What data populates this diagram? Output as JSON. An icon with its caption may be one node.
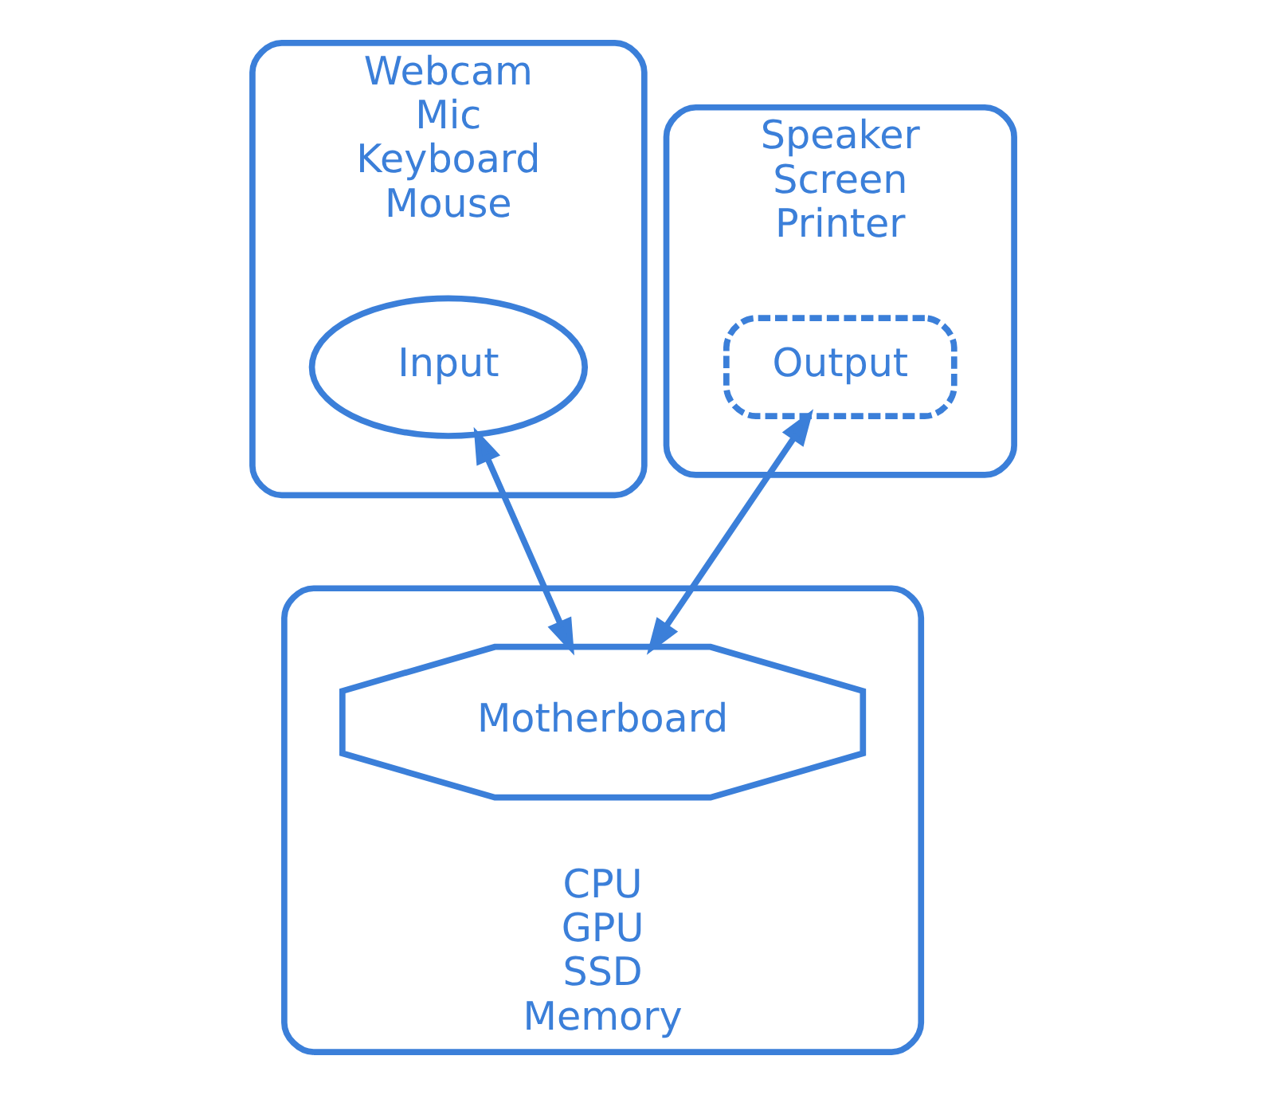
{
  "diagram": {
    "nodes": [
      {
        "text": [
          "Webcam",
          "Mic",
          "Keyboard",
          "Mouse"
        ]
      },
      {
        "text": [
          "Input"
        ],
        "in": 0
      },
      {
        "text": [
          "Speaker",
          "Screen",
          "Printer"
        ]
      },
      {
        "text": [
          "Output"
        ],
        "in": 2
      },
      {
        "text": [
          "CPU",
          "GPU",
          "SSD",
          "Memory"
        ]
      },
      {
        "text": [
          "Motherboard"
        ],
        "in": 4
      }
    ],
    "edges": [
      {
        "from": 1,
        "to": 5,
        "arrow": "both"
      },
      {
        "from": 3,
        "to": 5,
        "arrow": "both"
      }
    ]
  }
}
